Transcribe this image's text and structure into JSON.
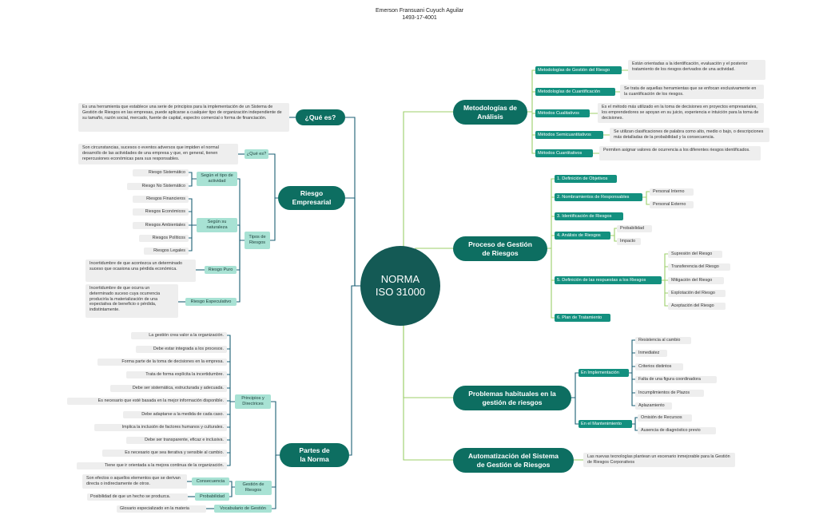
{
  "header": {
    "name": "Emerson Fransuani Cuyuch Aguilar",
    "id": "1493-17-4001"
  },
  "center": {
    "line1": "NORMA",
    "line2": "ISO 31000"
  },
  "colors": {
    "center": "#145a55",
    "main": "#0d6e61",
    "sub": "#13907f",
    "light": "#a8e2d4",
    "leaf": "#eeeeee",
    "line_left": "#1b5f74",
    "line_right": "#9ccf6a"
  },
  "que_es": {
    "title": "¿Qué es?",
    "text": "Es una herramienta que establece una serie de principios para la implementación de un Sistema de Gestión de Riesgos en las empresas, puede aplicarse a cualquier tipo de organización independiente de su tamaño, razón social, mercado, fuente de capital, espectro comercial o forma de financiación."
  },
  "riesgo": {
    "title1": "Riesgo",
    "title2": "Empresarial",
    "que_es": {
      "label": "¿Qué es?",
      "text": "Son circunstancias, sucesos o eventos adversos que impiden el normal desarrollo de las actividades de una empresa y que, en general, tienen repercusiones económicas para sus responsables."
    },
    "tipos": {
      "label": "Tipos de Riesgos"
    },
    "segun_tipo": {
      "label": "Según el tipo de actividad",
      "items": [
        "Riesgo Sistemático",
        "Riesgo No Sistemático"
      ]
    },
    "segun_naturaleza": {
      "label": "Según su naturaleza",
      "items": [
        "Riesgos Financieros",
        "Riesgos Económicos",
        "Riesgos Ambientales",
        "Riesgos Políticos",
        "Riesgos Legales"
      ]
    },
    "puro": {
      "label": "Riesgo Puro",
      "text": "Incertidumbre de que acontezca un determinado suceso que ocasiona una pérdida económica."
    },
    "especulativo": {
      "label": "Riesgo Especulativo",
      "text": "Incertidumbre de que ocurra un determinado suceso cuya ocurrencia produciría la materialización de una expectativa de beneficio o pérdida, indistintamente."
    }
  },
  "partes": {
    "title1": "Partes de",
    "title2": "la Norma",
    "principios": {
      "label": "Principios y Directrices",
      "items": [
        "La gestión crea valor a la organización.",
        "Debe estar integrada a los procesos.",
        "Forma parte de la toma de decisiones en la empresa.",
        "Trata de forma explícita la incertidumbre.",
        "Debe ser sistemática, estructurada y adecuada.",
        "Es necesario que esté basada en la mejor información disponible.",
        "Debe adaptarse a la medida de cada caso.",
        "Implica la inclusión de factores humanos y culturales.",
        "Debe ser transparente, eficaz e inclusiva.",
        "Es necesario que sea iterativa y sensible al cambio.",
        "Tiene que ir orientada a la mejora continua de la organización."
      ]
    },
    "gestion": {
      "label": "Gestión de Riesgos",
      "consecuencia": {
        "label": "Consecuencia",
        "text": "Son efectos o aquellos elementos que se derivan directa o indirectamente de otros."
      },
      "probabilidad": {
        "label": "Probabilidad",
        "text": "Posibilidad de que un hecho se produzca."
      }
    },
    "vocabulario": {
      "label": "Vocabulario de Gestión",
      "text": "Glosario especializado en la materia"
    }
  },
  "metodologias": {
    "title1": "Metodologías de",
    "title2": "Análisis",
    "items": [
      {
        "label": "Metodologías de Gestión del Riesgo",
        "text": "Están orientadas a la identificación, evaluación y el posterior tratamiento de los riesgos derivados de una actividad."
      },
      {
        "label": "Metodologías de Cuantificación",
        "text": "Se trata de aquellas herramientas que se enfocan exclusivamente en la cuantificación de los riesgos."
      },
      {
        "label": "Métodos Cualitativos",
        "text": "Es el método más utilizado en la toma de decisiones en proyectos empresariales, los emprendedores se apoyan en su juicio, experiencia e intuición para la toma de decisiones."
      },
      {
        "label": "Métodos Semicuantitativos",
        "text": "Se utilizan clasificaciones de palabra como alto, medio o bajo, o descripciones más detalladas de la probabilidad y la consecuencia."
      },
      {
        "label": "Métodos Cuantitativos",
        "text": "Permiten asignar valores de ocurrencia a los diferentes riesgos identificados."
      }
    ]
  },
  "proceso": {
    "title1": "Proceso de Gestión",
    "title2": "de Riesgos",
    "steps": [
      "1. Definición de Objetivos",
      "2. Nombramientos de Responsables",
      "3. Identificación de Riesgos",
      "4. Análisis de Riesgos",
      "5. Definición de las respuestas a los Riesgos",
      "6. Plan de Tratamiento"
    ],
    "responsables": [
      "Personal Interno",
      "Personal Externo"
    ],
    "analisis": [
      "Probabilidad",
      "Impacto"
    ],
    "respuestas": [
      "Supresión del Riesgo",
      "Transferencia del Riesgo",
      "Mitigación del Riesgo",
      "Explotación del Riesgo",
      "Aceptación del Riesgo"
    ]
  },
  "problemas": {
    "title1": "Problemas habituales en la",
    "title2": "gestión de riesgos",
    "implementacion": {
      "label": "En Implementación",
      "items": [
        "Resistencia al cambio",
        "Inmediatez",
        "Criterios distintos",
        "Falta de una figura coordinadora",
        "Incumplimientos de Plazos",
        "Aplazamiento"
      ]
    },
    "mantenimiento": {
      "label": "En el Mantenimiento",
      "items": [
        "Omisión de Recursos",
        "Ausencia de diagnóstico previo"
      ]
    }
  },
  "automatizacion": {
    "title1": "Automatización del Sistema",
    "title2": "de Gestión de Riesgos",
    "text": "Las nuevas tecnologías plantean un escenario inmejorable para la Gestión de Riesgos Corporativos"
  }
}
